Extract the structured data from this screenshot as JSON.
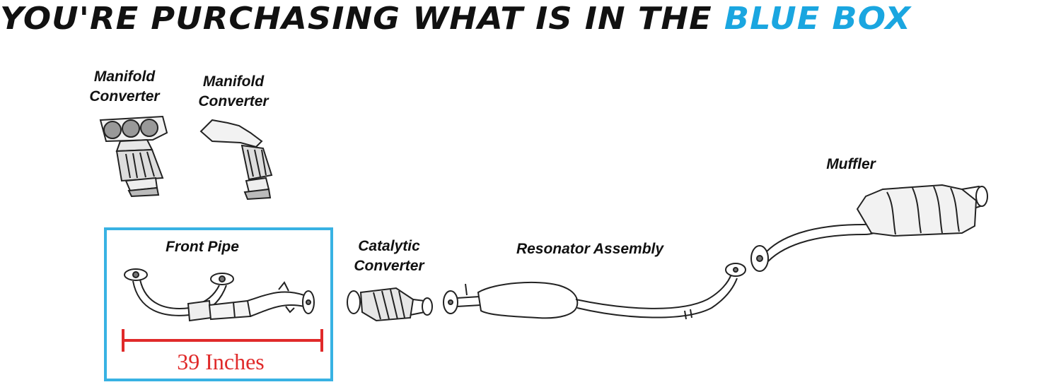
{
  "banner": {
    "text": "YOU'RE PURCHASING WHAT IS IN THE ",
    "highlight": "BLUE BOX",
    "highlight_color": "#1aa6e0"
  },
  "labels": {
    "manifold_converter_1": [
      "Manifold",
      "Converter"
    ],
    "manifold_converter_2": [
      "Manifold",
      "Converter"
    ],
    "front_pipe": "Front Pipe",
    "catalytic_converter": [
      "Catalytic",
      "Converter"
    ],
    "resonator_assembly": "Resonator Assembly",
    "muffler": "Muffler"
  },
  "measurement": {
    "text": "39 Inches",
    "color": "#e02a2a"
  },
  "box_color": "#38b2e3"
}
